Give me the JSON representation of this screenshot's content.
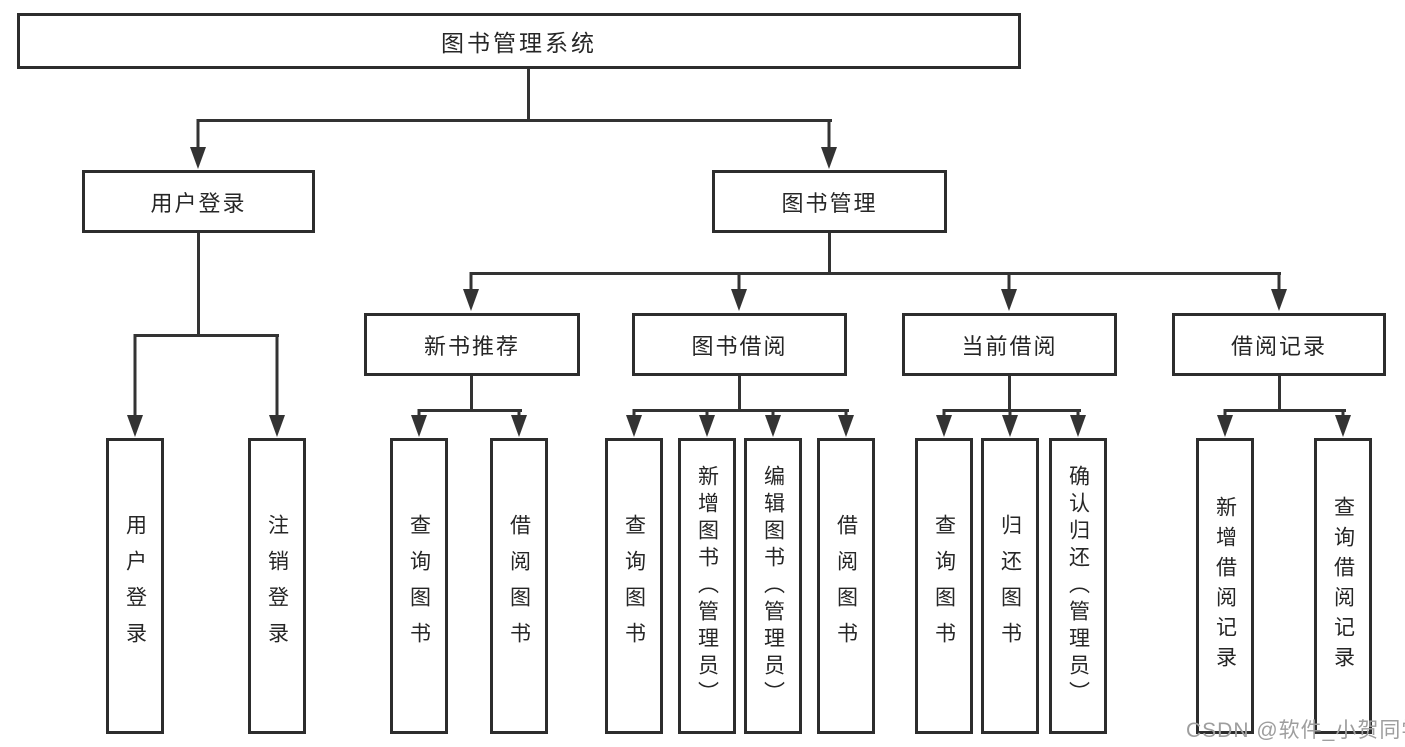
{
  "tree": {
    "root": {
      "label": "图书管理系统"
    },
    "level2": [
      {
        "label": "用户登录"
      },
      {
        "label": "图书管理"
      }
    ],
    "level3": [
      {
        "label": "新书推荐"
      },
      {
        "label": "图书借阅"
      },
      {
        "label": "当前借阅"
      },
      {
        "label": "借阅记录"
      }
    ],
    "leaves": [
      {
        "label": "用户登录"
      },
      {
        "label": "注销登录"
      },
      {
        "label": "查询图书"
      },
      {
        "label": "借阅图书"
      },
      {
        "label": "查询图书"
      },
      {
        "label": "新增图书（管理员）"
      },
      {
        "label": "编辑图书（管理员）"
      },
      {
        "label": "借阅图书"
      },
      {
        "label": "查询图书"
      },
      {
        "label": "归还图书"
      },
      {
        "label": "确认归还（管理员）"
      },
      {
        "label": "新增借阅记录"
      },
      {
        "label": "查询借阅记录"
      }
    ]
  },
  "watermark": {
    "text": "CSDN @软件_小贺同学"
  },
  "colors": {
    "line": "#333333",
    "border": "#2d2d2d",
    "text": "#262626",
    "watermark": "#9e9e9e",
    "background": "#ffffff"
  }
}
